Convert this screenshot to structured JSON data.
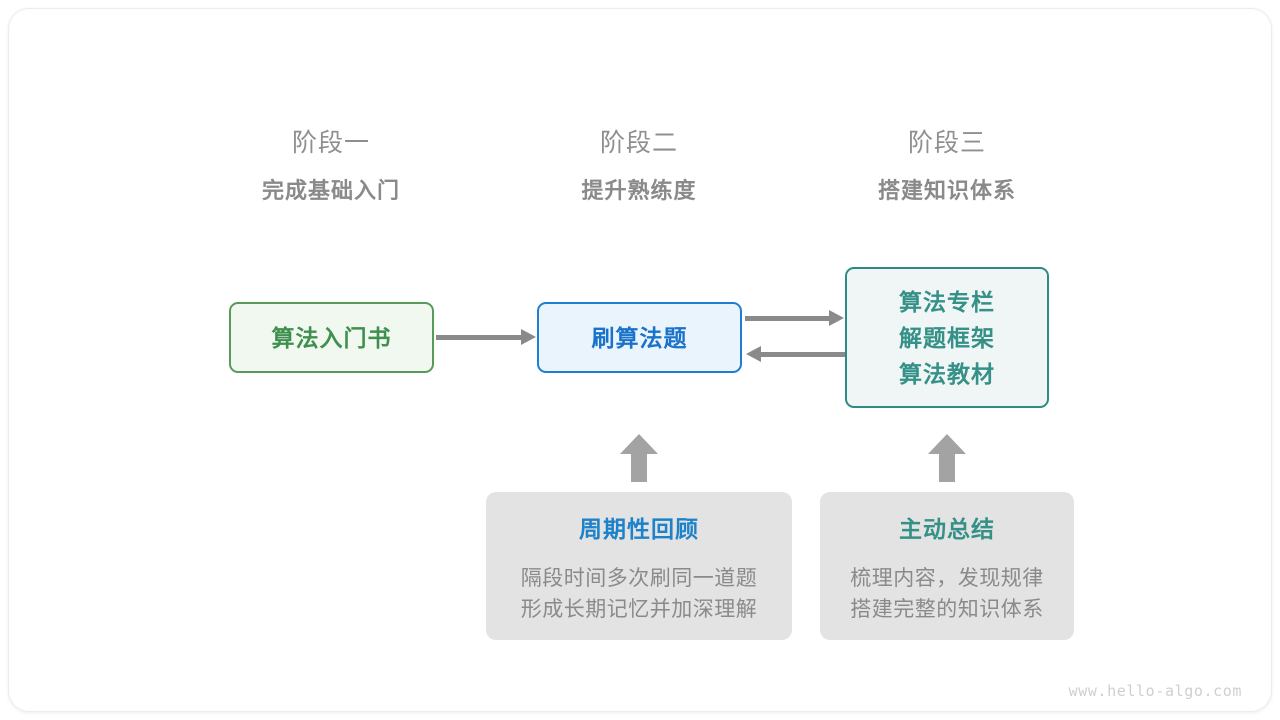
{
  "diagram": {
    "watermark": "www.hello-algo.com",
    "stages": [
      {
        "number": "阶段一",
        "title": "完成基础入门"
      },
      {
        "number": "阶段二",
        "title": "提升熟练度"
      },
      {
        "number": "阶段三",
        "title": "搭建知识体系"
      }
    ],
    "nodes": {
      "book": {
        "label": "算法入门书",
        "color": "#3f8f4f",
        "border": "#589b58",
        "fill": "#f1f8f0"
      },
      "practice": {
        "label": "刷算法题",
        "color": "#1a73c9",
        "border": "#1e7fd0",
        "fill": "#eaf4fd"
      },
      "resources": {
        "lines": [
          "算法专栏",
          "解题框架",
          "算法教材"
        ],
        "color": "#359187",
        "border": "#2e8b84",
        "fill": "#eff6f5"
      }
    },
    "arrows": {
      "book_to_practice": "right",
      "practice_to_resources": "right",
      "resources_to_practice": "left",
      "review_up": "up",
      "summary_up": "up",
      "color": "#8a8a8a"
    },
    "cards": [
      {
        "title": "周期性回顾",
        "title_color": "#1d82c9",
        "body": [
          "隔段时间多次刷同一道题",
          "形成长期记忆并加深理解"
        ]
      },
      {
        "title": "主动总结",
        "title_color": "#359187",
        "body": [
          "梳理内容，发现规律",
          "搭建完整的知识体系"
        ]
      }
    ]
  }
}
